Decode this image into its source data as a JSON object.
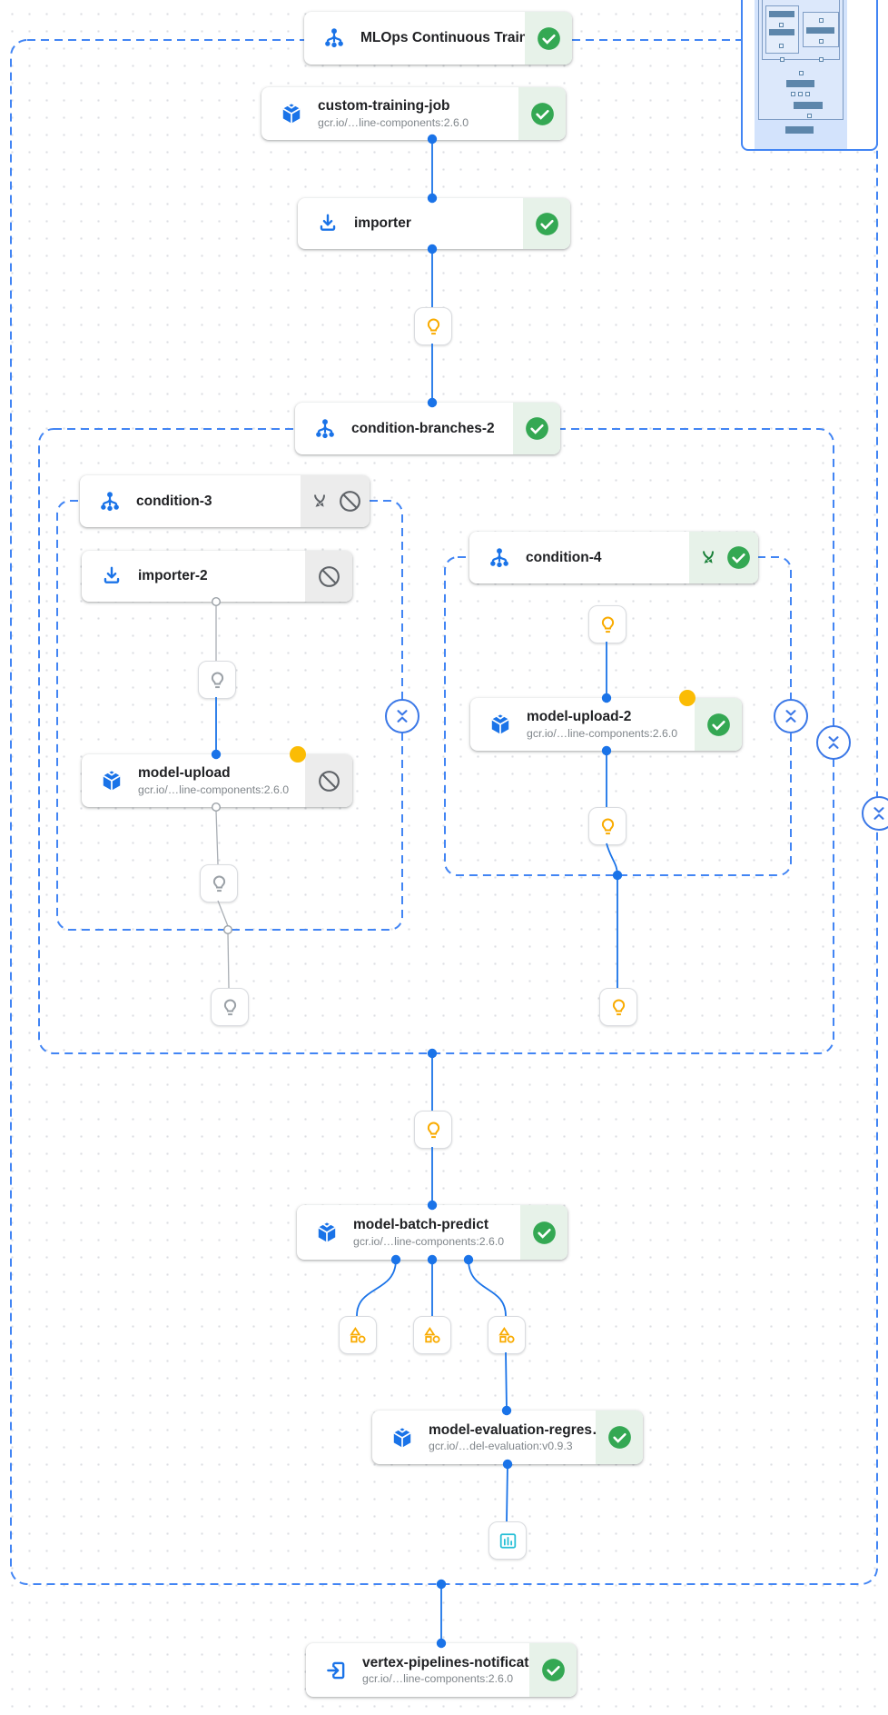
{
  "app": {
    "name": "Pipeline graph canvas",
    "kind": "ML pipeline run DAG with minimap"
  },
  "colors": {
    "accent_blue": "#1a73e8",
    "dash_blue": "#4285f4",
    "success_green": "#34a853",
    "success_section_bg": "#e7f2e9",
    "skipped_section_bg": "#ececec",
    "skipped_icon_gray": "#5f6368",
    "alert_dot_yellow": "#fbbc04",
    "artifact_yellow": "#f9ab00",
    "artifact_gray": "#9aa0a6",
    "metrics_cyan": "#26bfd6",
    "minimap_bar_blue": "#5d86ab",
    "minimap_viewport_blue": "#d3e3fc"
  },
  "nodes": {
    "mlops_root": {
      "title": "MLOps Continuous Traini…",
      "status": "succeeded",
      "icon": "pipeline-tree-icon",
      "status_icons": [
        "success-check-icon"
      ]
    },
    "custom_training_job": {
      "title": "custom-training-job",
      "subtitle": "gcr.io/…line-components:2.6.0",
      "status": "succeeded",
      "icon": "container-cube-icon",
      "status_icons": [
        "success-check-icon"
      ]
    },
    "importer": {
      "title": "importer",
      "status": "succeeded",
      "icon": "importer-download-icon",
      "status_icons": [
        "success-check-icon"
      ]
    },
    "condition_branches_2": {
      "title": "condition-branches-2",
      "status": "succeeded",
      "icon": "condition-tree-icon",
      "status_icons": [
        "success-check-icon"
      ]
    },
    "condition_3": {
      "title": "condition-3",
      "status": "skipped",
      "icon": "condition-tree-icon",
      "status_icons": [
        "split-arrows-icon",
        "skipped-slash-icon"
      ]
    },
    "importer_2": {
      "title": "importer-2",
      "status": "skipped",
      "icon": "importer-download-icon",
      "status_icons": [
        "skipped-slash-icon"
      ]
    },
    "model_upload": {
      "title": "model-upload",
      "subtitle": "gcr.io/…line-components:2.6.0",
      "status": "skipped",
      "icon": "container-cube-icon",
      "status_icons": [
        "skipped-slash-icon"
      ],
      "alert_dot": true
    },
    "condition_4": {
      "title": "condition-4",
      "status": "succeeded",
      "icon": "condition-tree-icon",
      "status_icons": [
        "split-arrows-icon",
        "success-check-icon"
      ]
    },
    "model_upload_2": {
      "title": "model-upload-2",
      "subtitle": "gcr.io/…line-components:2.6.0",
      "status": "succeeded",
      "icon": "container-cube-icon",
      "status_icons": [
        "success-check-icon"
      ],
      "alert_dot": true
    },
    "model_batch_predict": {
      "title": "model-batch-predict",
      "subtitle": "gcr.io/…line-components:2.6.0",
      "status": "succeeded",
      "icon": "container-cube-icon",
      "status_icons": [
        "success-check-icon"
      ]
    },
    "model_evaluation": {
      "title": "model-evaluation-regres…",
      "subtitle": "gcr.io/…del-evaluation:v0.9.3",
      "status": "succeeded",
      "icon": "container-cube-icon",
      "status_icons": [
        "success-check-icon"
      ]
    },
    "vertex_pipelines_notification": {
      "title": "vertex-pipelines-notificat…",
      "subtitle": "gcr.io/…line-components:2.6.0",
      "status": "succeeded",
      "icon": "exit-to-app-icon",
      "status_icons": [
        "success-check-icon"
      ]
    }
  },
  "artifacts": {
    "lightbulb_yellow": "execution-artifact-completed",
    "lightbulb_gray": "execution-artifact-skipped",
    "metrics_triangle": "metrics-artifact",
    "html_chart": "visualization-artifact",
    "counts": {
      "yellow_lightbulbs": 5,
      "gray_lightbulbs": 3,
      "metrics": 3,
      "charts": 1
    }
  },
  "controls": {
    "collapse_button": "collapse-group",
    "collapse_button_count": 4
  },
  "minimap": {
    "role": "graph-overview"
  }
}
